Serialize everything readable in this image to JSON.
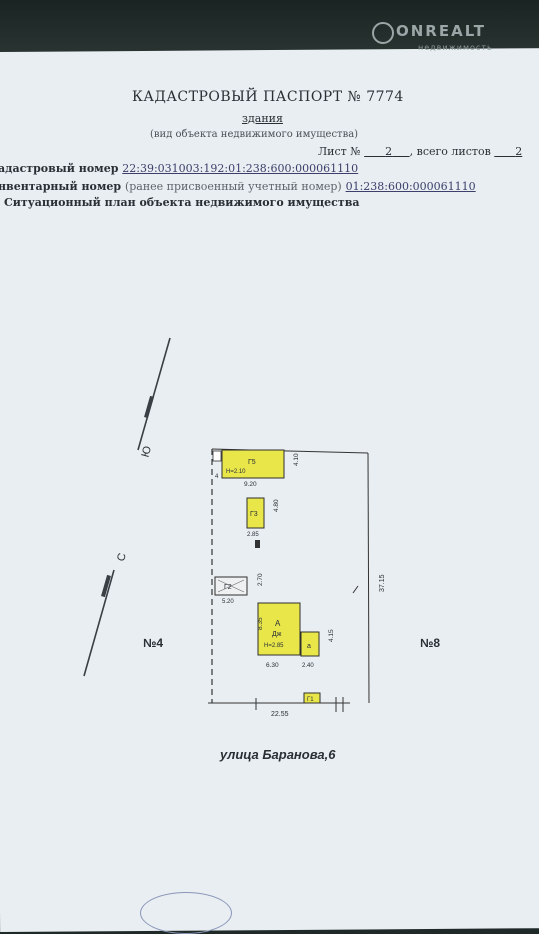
{
  "watermark": {
    "brand": "ONREALT",
    "tagline": "недвижимость"
  },
  "header": {
    "title": "КАДАСТРОВЫЙ ПАСПОРТ № 7774",
    "object_type": "здания",
    "object_hint": "(вид объекта недвижимого имущества)",
    "sheet_label": "Лист №",
    "sheet_number": "2",
    "sheets_total_label": ", всего листов",
    "sheets_total": "2"
  },
  "fields": {
    "cadastral_label": "адастровый номер",
    "cadastral_value": "22:39:031003:192:01:238:600:000061110",
    "inventory_label": "нвентарный номер",
    "inventory_hint": "(ранее присвоенный учетный номер)",
    "inventory_value": "01:238:600:000061110",
    "section_title": "Ситуационный план объекта недвижимого имущества"
  },
  "plan": {
    "compass_south": "Ю",
    "compass_north": "С",
    "neighbor_left": "№4",
    "neighbor_right": "№8",
    "street": "улица Баранова,6",
    "colors": {
      "building": "#e9e64a",
      "outline": "#2f2f2f",
      "paper": "#e9eef2"
    },
    "buildings": {
      "g5": {
        "code": "Г5",
        "height": "H=2.10",
        "width": "9.20",
        "depth": "4.10",
        "corner": "4"
      },
      "g3": {
        "code": "Г3",
        "width": "2.85",
        "depth": "4.80"
      },
      "g2": {
        "code": "Г2",
        "width": "5.20",
        "depth": "2.70"
      },
      "main": {
        "code": "А",
        "material": "Дж",
        "height": "H=2.85",
        "width": "6.30",
        "depth": "8.35"
      },
      "annex_a": {
        "code": "а",
        "width": "2.40",
        "depth": "4.15"
      },
      "g1": {
        "code": "Г1"
      }
    },
    "lot": {
      "width": "22.55",
      "depth": "37.15"
    }
  }
}
